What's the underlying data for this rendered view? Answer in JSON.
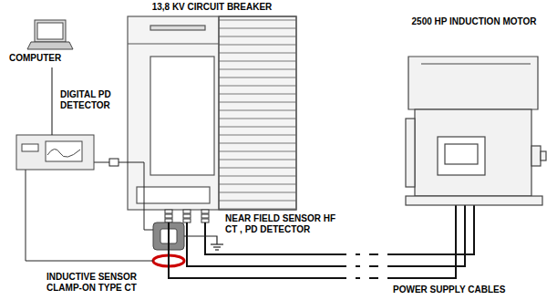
{
  "diagram": {
    "nodes": [
      {
        "text": [
          "13,8 KV CIRCUIT BREAKER"
        ]
      },
      {
        "text": [
          "2500 HP INDUCTION MOTOR"
        ]
      },
      {
        "text": [
          "COMPUTER"
        ]
      },
      {
        "text": [
          "DIGITAL PD DETECTOR"
        ]
      }
    ],
    "edges": [
      {
        "from": 2,
        "to": 3,
        "arrow": "none"
      },
      {
        "from": 0,
        "to": 1,
        "arrow": "none",
        "label": "POWER SUPPLY CABLES"
      }
    ],
    "labels": [
      "NEAR FIELD SENSOR HF CT , PD DETECTOR",
      "INDUCTIVE SENSOR CLAMP-ON TYPE CT"
    ]
  }
}
